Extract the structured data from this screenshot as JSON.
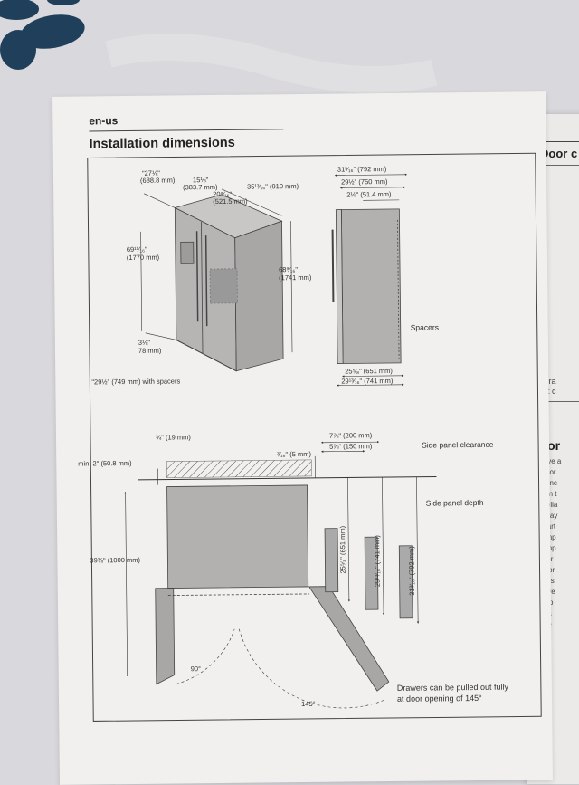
{
  "page": {
    "lang": "en-us",
    "title": "Installation dimensions"
  },
  "front_view": {
    "dim_total_depth": "\"27⅛\"",
    "dim_total_depth_mm": "(688.8 mm)",
    "dim_door_depth": "15⅛\"",
    "dim_door_depth_mm": "(383.7 mm)",
    "dim_mid": "20⁹⁄₁₆\"",
    "dim_mid_mm": "(521.5 mm)",
    "dim_width": "35¹³⁄₁₆\" (910 mm)",
    "dim_height_left": "69¹¹⁄₁₆\"",
    "dim_height_left_mm": "(1770 mm)",
    "dim_height_right": "68⁹⁄₁₆\"",
    "dim_height_right_mm": "(1741 mm)",
    "dim_bottom": "3⅛\"",
    "dim_bottom_mm": "78 mm)",
    "note": "\"29½\" (749 mm) with spacers"
  },
  "side_view": {
    "dim_1": "31³⁄₁₆\" (792 mm)",
    "dim_2": "29½\" (750 mm)",
    "dim_3": "2⅛\" (51.4 mm)",
    "spacers": "Spacers",
    "dim_4": "25⁵⁄₈\" (651 mm)",
    "dim_5": "29¹³⁄₁₆\" (741 mm)"
  },
  "plan_view": {
    "dim_three_quarter": "¾\" (19 mm)",
    "dim_min2": "min. 2\" (50.8 mm)",
    "dim_3_16": "³⁄₁₆\" (5 mm)",
    "dim_7_7_8": "7⅞\" (200 mm)",
    "dim_5_7_8": "5⅞\" (150 mm)",
    "side_panel_clearance": "Side panel clearance",
    "side_panel_depth": "Side panel depth",
    "dim_39": "39⅜\" (1000 mm)",
    "vdim_651": "25⁵⁄₈\" (651 mm)",
    "vdim_741": "29¹³⁄₁₆\" (741 mm)",
    "vdim_792": "31³⁄₁₆\" (792 mm)",
    "angle_90": "90°",
    "angle_145": "145°",
    "drawers_note_1": "Drawers can be pulled out fully",
    "drawers_note_2": "at door opening of 145°"
  },
  "right_page": {
    "title_top": "Door c",
    "frag_a": [
      "Dra",
      "at c"
    ],
    "title_bottom": "Cor",
    "lines": [
      "Have a",
      "accor",
      "Do nc",
      "from t",
      "applia",
      "Alway",
      "Apart",
      "comp",
      "comp",
      "Alter",
      "befor",
      "trans",
      "flowe",
      "Befo",
      "clea",
      "\"Cle"
    ]
  }
}
